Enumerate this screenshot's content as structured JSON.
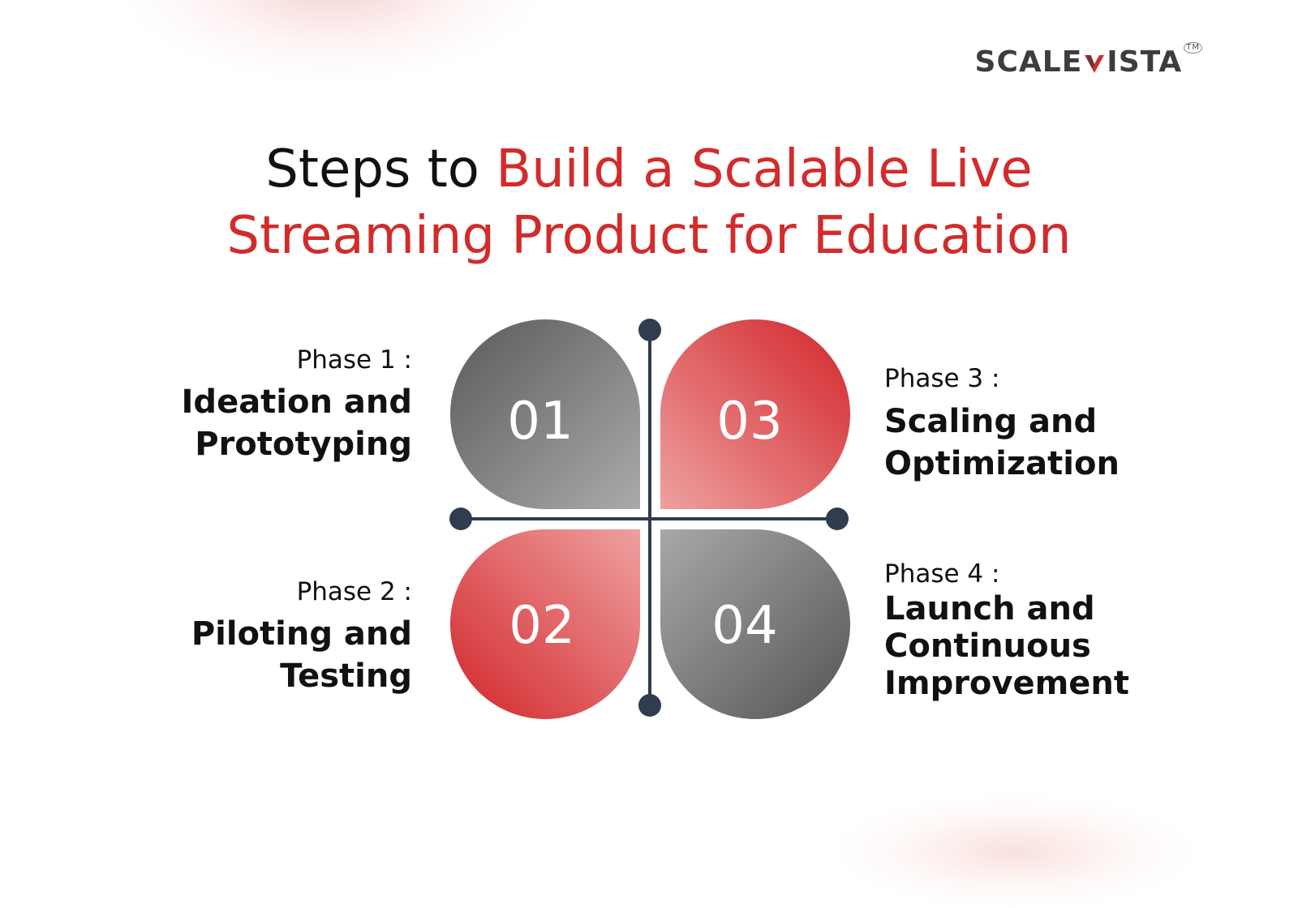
{
  "brand": {
    "name_left": "SCALE",
    "name_right": "ISTA",
    "trademark": "TM",
    "icon": "v-check-logo-mark",
    "accent_color": "#d22b2b"
  },
  "title": {
    "prefix": "Steps to ",
    "accent_line1": "Build a Scalable Live",
    "accent_line2": "Streaming Product for Education"
  },
  "phases": [
    {
      "label": "Phase 1 :",
      "title_line1": "Ideation and",
      "title_line2": "Prototyping",
      "number": "01",
      "color": "gray"
    },
    {
      "label": "Phase 2 :",
      "title_line1": "Piloting and",
      "title_line2": "Testing",
      "number": "02",
      "color": "red"
    },
    {
      "label": "Phase 3 :",
      "title_line1": "Scaling and",
      "title_line2": "Optimization",
      "number": "03",
      "color": "red"
    },
    {
      "label": "Phase 4 :",
      "title_line1": "Launch and",
      "title_line2": "Continuous",
      "title_line3": "Improvement",
      "number": "04",
      "color": "gray"
    }
  ],
  "colors": {
    "gray_dark": "#555555",
    "gray_light": "#a8a8a8",
    "red_dark": "#d42a2a",
    "red_light": "#ec9a9a",
    "axis": "#2f3d4e"
  }
}
